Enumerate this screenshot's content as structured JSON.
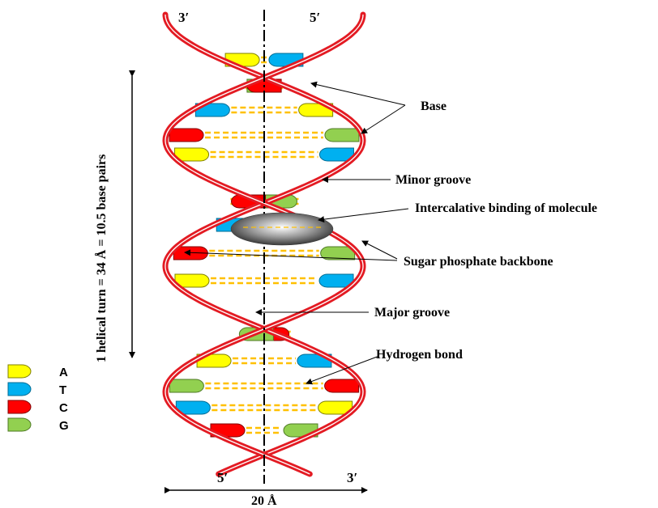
{
  "strand_ends": {
    "top_left": "3′",
    "top_right": "5′",
    "bottom_left": "5′",
    "bottom_right": "3′"
  },
  "labels": {
    "base": "Base",
    "minor_groove": "Minor groove",
    "intercalative": "Intercalative binding of molecule",
    "backbone": "Sugar phosphate backbone",
    "major_groove": "Major groove",
    "hydrogen_bond": "Hydrogen bond"
  },
  "dimensions": {
    "helical_turn": "1 helical turn = 34 Å = 10.5 base pairs",
    "width": "20 Å"
  },
  "legend": [
    {
      "label": "A",
      "color": "#ffff00"
    },
    {
      "label": "T",
      "color": "#00b0f0"
    },
    {
      "label": "C",
      "color": "#ff0000"
    },
    {
      "label": "G",
      "color": "#92d050"
    }
  ],
  "colors": {
    "backbone": "#e31b23",
    "hydrogen_bond": "#ffc000",
    "intercalator": "#808080"
  }
}
